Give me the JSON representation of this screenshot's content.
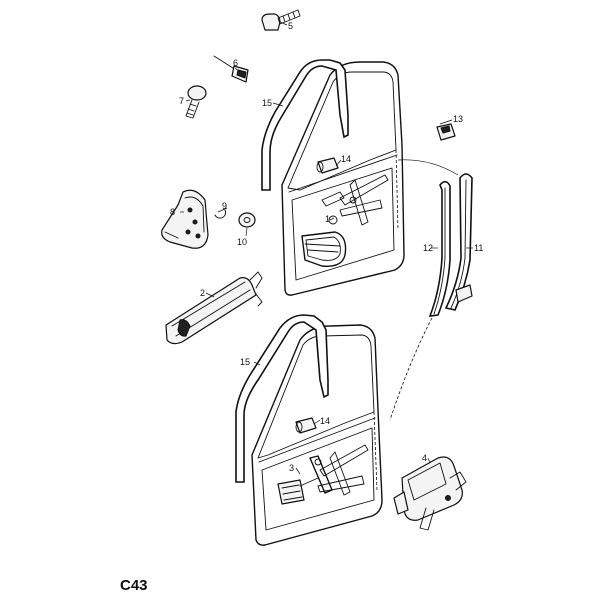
{
  "diagram": {
    "code": "C43",
    "callouts": {
      "c1": "1",
      "c2": "2",
      "c3": "3",
      "c4": "4",
      "c5": "5",
      "c6": "6",
      "c7": "7",
      "c8": "8",
      "c9": "9",
      "c10": "10",
      "c11": "11",
      "c12": "12",
      "c13": "13",
      "c14a": "14",
      "c14b": "14",
      "c15a": "15",
      "c15b": "15"
    }
  }
}
